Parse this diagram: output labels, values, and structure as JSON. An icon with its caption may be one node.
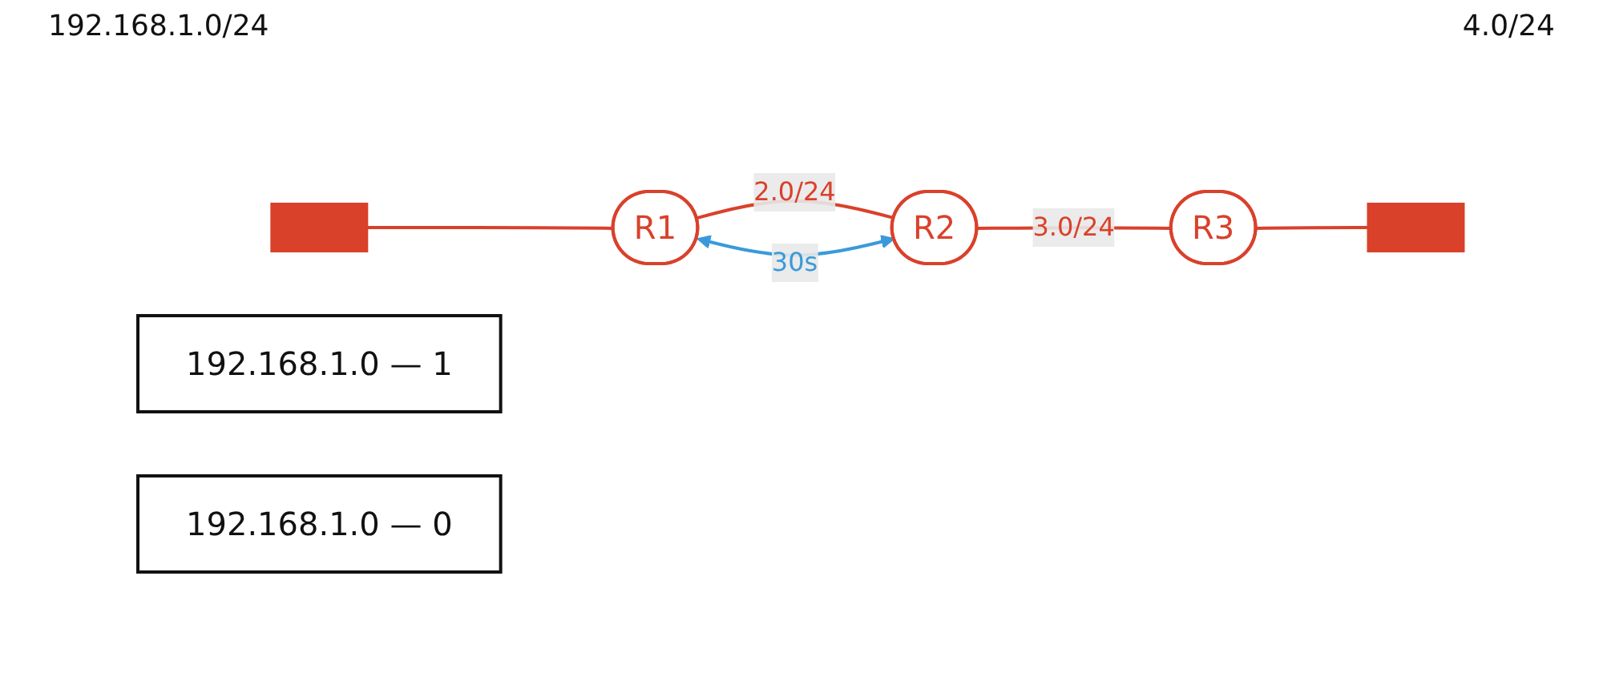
{
  "diagram": {
    "nodes": [
      {
        "text": [],
        "shape": "bar"
      },
      {
        "text": [
          "R1"
        ]
      },
      {
        "text": [
          "R2"
        ]
      },
      {
        "text": [
          "R3"
        ]
      },
      {
        "text": [],
        "shape": "bar"
      },
      {
        "text": [
          "192.168.1.0 — 1"
        ]
      },
      {
        "text": [
          "192.168.1.0 — 0"
        ]
      }
    ],
    "edges": [
      {
        "from": 0,
        "to": 1,
        "arrow": "none"
      },
      {
        "from": 1,
        "to": 2,
        "arrow": "none",
        "label": "2.0/24"
      },
      {
        "from": 2,
        "to": 3,
        "arrow": "none",
        "label": "3.0/24"
      },
      {
        "from": 3,
        "to": 4,
        "arrow": "none"
      },
      {
        "from": 1,
        "to": 2,
        "arrow": "both",
        "label": "30s",
        "color": "#3a9ad9"
      }
    ],
    "labels": [
      "192.168.1.0/24",
      "4.0/24"
    ]
  }
}
